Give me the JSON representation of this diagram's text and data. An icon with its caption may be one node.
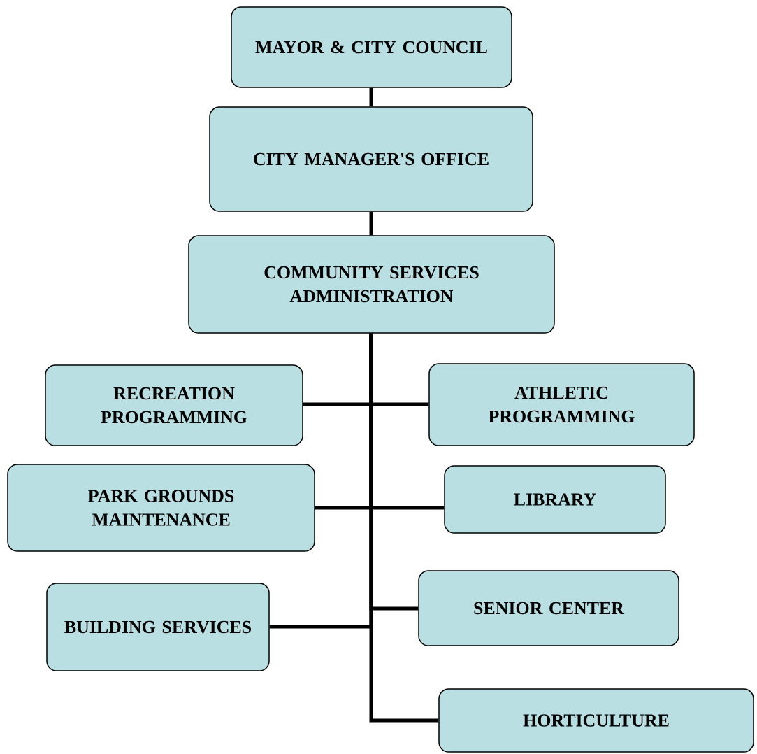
{
  "diagram": {
    "nodes": [
      {
        "text": [
          "MAYOR & CITY COUNCIL"
        ]
      },
      {
        "text": [
          "CITY MANAGER'S OFFICE"
        ]
      },
      {
        "text": [
          "COMMUNITY SERVICES ADMINISTRATION"
        ]
      },
      {
        "text": [
          "RECREATION PROGRAMMING"
        ]
      },
      {
        "text": [
          "ATHLETIC PROGRAMMING"
        ]
      },
      {
        "text": [
          "PARK GROUNDS MAINTENANCE"
        ]
      },
      {
        "text": [
          "LIBRARY"
        ]
      },
      {
        "text": [
          "BUILDING SERVICES"
        ]
      },
      {
        "text": [
          "SENIOR CENTER"
        ]
      },
      {
        "text": [
          "HORTICULTURE"
        ]
      }
    ],
    "edges": [
      {
        "from": 0,
        "to": 1,
        "arrow": "none"
      },
      {
        "from": 1,
        "to": 2,
        "arrow": "none"
      },
      {
        "from": 2,
        "to": 3,
        "arrow": "none"
      },
      {
        "from": 2,
        "to": 4,
        "arrow": "none"
      },
      {
        "from": 2,
        "to": 5,
        "arrow": "none"
      },
      {
        "from": 2,
        "to": 6,
        "arrow": "none"
      },
      {
        "from": 2,
        "to": 7,
        "arrow": "none"
      },
      {
        "from": 2,
        "to": 8,
        "arrow": "none"
      },
      {
        "from": 2,
        "to": 9,
        "arrow": "none"
      }
    ]
  }
}
